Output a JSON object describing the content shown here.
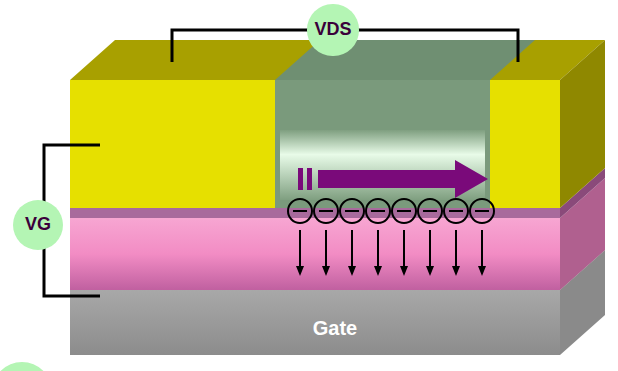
{
  "diagram": {
    "nodes": [
      {
        "text": [
          "VDS"
        ]
      },
      {
        "text": [
          "VG"
        ]
      },
      {
        "text": [
          "Gate"
        ]
      }
    ]
  }
}
